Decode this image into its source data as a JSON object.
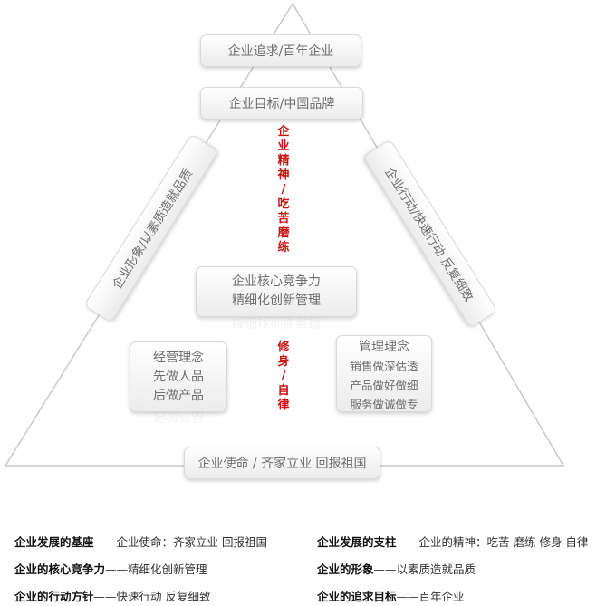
{
  "diagram": {
    "top_box_1": "企业追求/百年企业",
    "top_box_2": "企业目标/中国品牌",
    "left_slant": "企业形象/以素质造就品质",
    "right_slant": "企业行动/快速行动 反复细致",
    "spirit_vertical_top": "企业精神 / 吃苦 磨练",
    "spirit_vertical_bottom": "修身 / 自律",
    "core": {
      "line1": "企业核心竞争力",
      "line2": "精细化创新管理"
    },
    "left_box": {
      "line1": "经营理念",
      "line2": "先做人品",
      "line3": "后做产品"
    },
    "right_box": {
      "line1": "管理理念",
      "line2": "销售做深估透",
      "line3": "产品做好做细",
      "line4": "服务做诚做专"
    },
    "bottom_box": "企业使命 / 齐家立业  回报祖国"
  },
  "descriptions": [
    {
      "key": "企业发展的基座",
      "sep": "——",
      "value": "企业使命：齐家立业 回报祖国"
    },
    {
      "key": "企业发展的支柱",
      "sep": "——",
      "value": "企业的精神：吃苦 磨练 修身 自律"
    },
    {
      "key": "企业的核心竞争力",
      "sep": "——",
      "value": "精细化创新管理"
    },
    {
      "key": "企业的形象",
      "sep": "——",
      "value": "以素质造就品质"
    },
    {
      "key": "企业的行动方针",
      "sep": "——",
      "value": "快速行动 反复细致"
    },
    {
      "key": "企业的追求目标",
      "sep": "——",
      "value": "百年企业"
    }
  ],
  "colors": {
    "triangle_line": "#c8c8c8",
    "box_text": "#6e6e6e",
    "spirit_text": "#cc1111",
    "desc_key": "#111111",
    "desc_text": "#333333"
  }
}
